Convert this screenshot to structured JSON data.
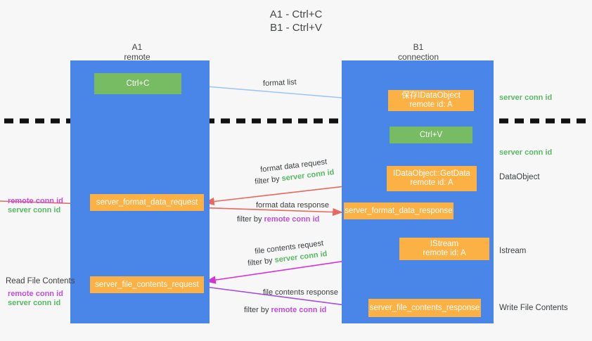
{
  "title": {
    "line1": "A1 - Ctrl+C",
    "line2": "B1 - Ctrl+V"
  },
  "lanes": [
    {
      "id": "a1",
      "title": "A1",
      "subtitle": "remote",
      "color": "#4a86e8"
    },
    {
      "id": "b1",
      "title": "B1",
      "subtitle": "connection",
      "color": "#4a86e8"
    }
  ],
  "nodes": {
    "ctrl_c": {
      "label": "Ctrl+C",
      "color": "#77bb63"
    },
    "save_idataobject": {
      "line1": "保存IDataObject",
      "line2": "remote id: A",
      "color": "#fbb143"
    },
    "ctrl_v": {
      "label": "Ctrl+V",
      "color": "#77bb63"
    },
    "getdata": {
      "line1": "IDataObject::GetData",
      "line2": "remote id: A",
      "color": "#fbb143"
    },
    "server_format_data_request": {
      "label": "server_format_data_request",
      "color": "#fbb143"
    },
    "server_format_data_response": {
      "label": "server_format_data_response",
      "color": "#fbb143"
    },
    "istream": {
      "line1": "IStream",
      "line2": "remote id: A",
      "color": "#fbb143"
    },
    "server_file_contents_request": {
      "label": "server_file_contents_request",
      "color": "#fbb143"
    },
    "server_file_contents_response": {
      "label": "server_file_contents_response",
      "color": "#fbb143"
    }
  },
  "edge_labels": {
    "format_list": "format list",
    "format_data_request": "format data request",
    "format_data_request_filter_prefix": "filter by ",
    "format_data_request_filter_key": "server conn id",
    "format_data_response": "format data response",
    "format_data_response_filter_prefix": "filter by ",
    "format_data_response_filter_key": "remote conn id",
    "file_contents_request": "file contents request",
    "file_contents_request_filter_prefix": "filter by ",
    "file_contents_request_filter_key": "server conn id",
    "file_contents_response": "file contents response",
    "file_contents_response_filter_prefix": "filter by ",
    "file_contents_response_filter_key": "remote conn id"
  },
  "side_labels": {
    "right_server_conn_id_top": "server conn id",
    "right_server_conn_id_mid": "server conn id",
    "right_dataobject": "DataObject",
    "right_istream": "Istream",
    "right_write_file_contents": "Write File Contents",
    "left_remote_conn_id_1": "remote conn id",
    "left_server_conn_id_1": "server conn id",
    "left_read_file_contents": "Read File Contents",
    "left_remote_conn_id_2": "remote conn id",
    "left_server_conn_id_2": "server conn id"
  },
  "colors": {
    "lane_blue": "#4a86e8",
    "node_green": "#77bb63",
    "node_orange": "#fbb143",
    "key_green": "#57bb63",
    "key_purple": "#c24de0",
    "arrow_blue": "#9fc5f8",
    "arrow_red": "#e8685d",
    "arrow_magenta": "#d633d6",
    "arrow_purple": "#a64ddb",
    "arrow_black": "#000000",
    "divider_black": "#111111",
    "background": "#f7f7f7"
  }
}
